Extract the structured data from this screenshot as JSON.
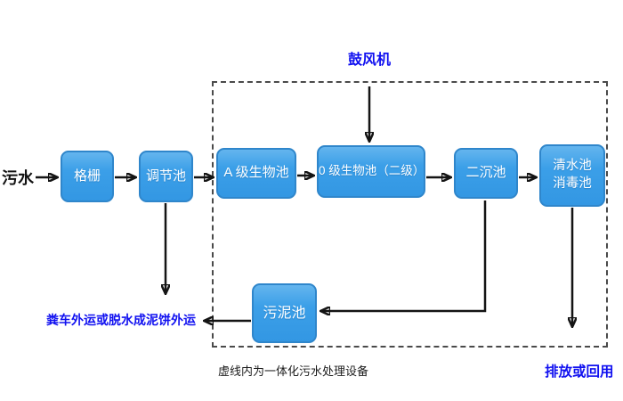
{
  "diagram": {
    "title_semantic": "integrated-sewage-treatment-flowchart",
    "labels": {
      "source": "污水",
      "blower": "鼓风机",
      "sludge_out": "粪车外运或脱水成泥饼外运",
      "note": "虚线内为一体化污水处理设备",
      "discharge": "排放或回用"
    },
    "nodes": {
      "grid": {
        "label": "格栅"
      },
      "regulating": {
        "label": "调节池"
      },
      "a_bio": {
        "label": "A 级生物池"
      },
      "o_bio": {
        "label": "0 级生物池（二级）"
      },
      "secondary_sed": {
        "label": "二沉池"
      },
      "clearwater": {
        "line1": "清水池",
        "line2": "消毒池"
      },
      "sludge": {
        "label": "污泥池"
      }
    },
    "flow": [
      "污水 → 格栅 → 调节池 → A 级生物池 → 0 级生物池（二级） → 二沉池 → 清水池/消毒池 → 排放或回用",
      "鼓风机 → 0 级生物池（二级）",
      "调节池 → 粪车外运或脱水成泥饼外运",
      "二沉池 → 污泥池 → 粪车外运或脱水成泥饼外运"
    ]
  },
  "colors": {
    "node_fill": "#3B9FE8",
    "node_border": "#2F86CB",
    "blue_text": "#1010F0",
    "arrow": "#141414"
  }
}
